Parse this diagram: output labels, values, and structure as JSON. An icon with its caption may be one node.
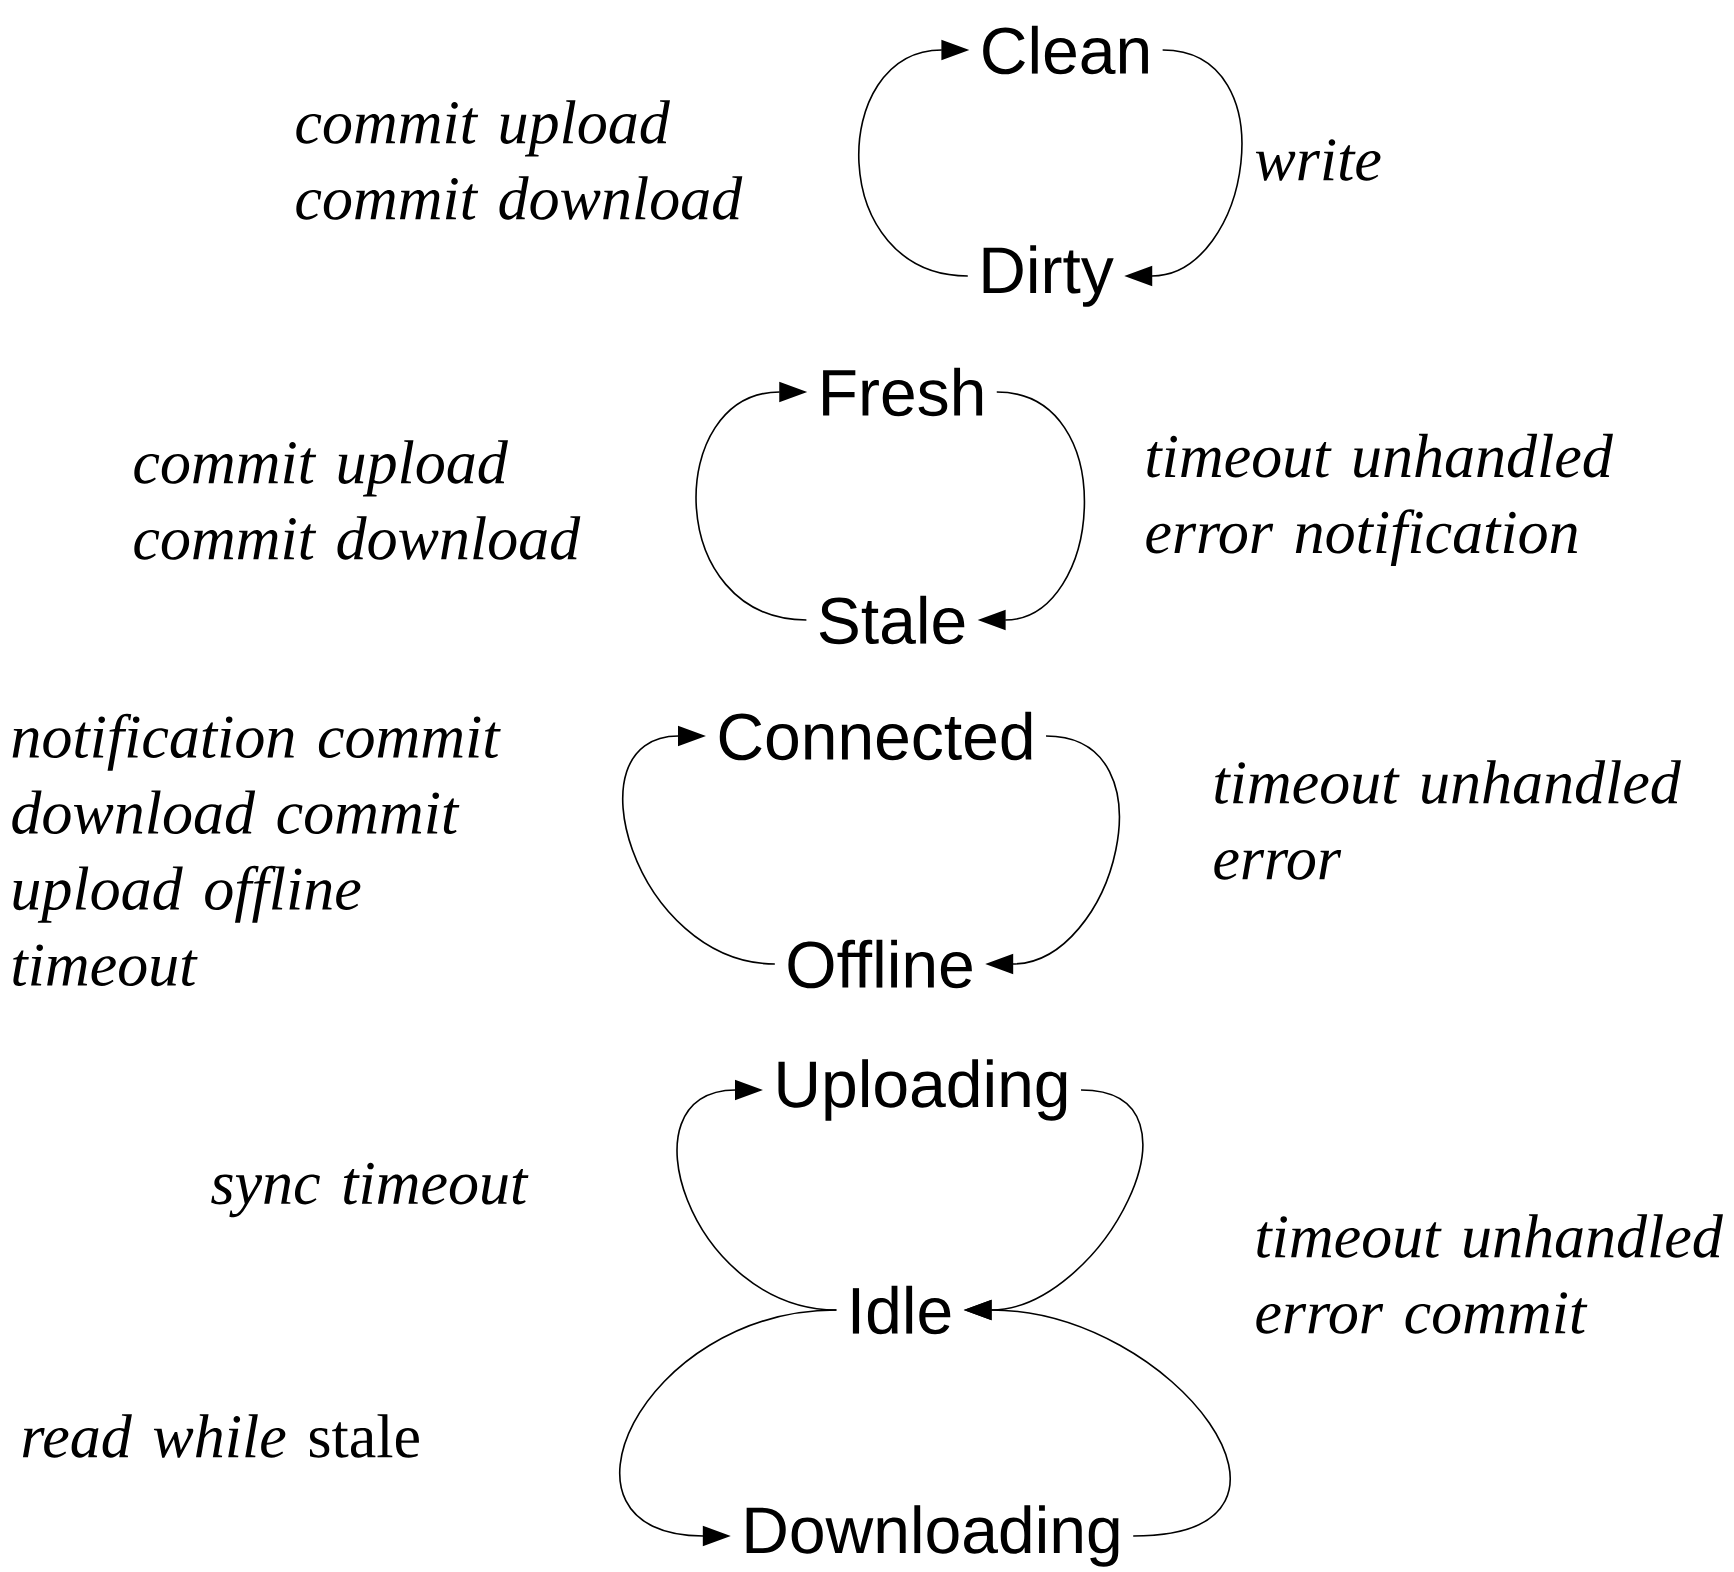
{
  "diagram": {
    "nodes": [
      {
        "text": [
          "Clean"
        ]
      },
      {
        "text": [
          "Dirty"
        ]
      },
      {
        "text": [
          "Fresh"
        ]
      },
      {
        "text": [
          "Stale"
        ]
      },
      {
        "text": [
          "Connected"
        ]
      },
      {
        "text": [
          "Offline"
        ]
      },
      {
        "text": [
          "Uploading"
        ]
      },
      {
        "text": [
          "Idle"
        ]
      },
      {
        "text": [
          "Downloading"
        ]
      }
    ],
    "edges": [
      {
        "from": 1,
        "to": 0,
        "arrow": "to",
        "label": "commit upload commit download"
      },
      {
        "from": 0,
        "to": 1,
        "arrow": "to",
        "label": "write"
      },
      {
        "from": 3,
        "to": 2,
        "arrow": "to",
        "label": "commit upload commit download"
      },
      {
        "from": 2,
        "to": 3,
        "arrow": "to",
        "label": "timeout unhandled error notification"
      },
      {
        "from": 5,
        "to": 4,
        "arrow": "to",
        "label": "notification commit download commit upload offline timeout"
      },
      {
        "from": 4,
        "to": 5,
        "arrow": "to",
        "label": "timeout unhandled error"
      },
      {
        "from": 7,
        "to": 6,
        "arrow": "to",
        "label": "sync timeout"
      },
      {
        "from": 6,
        "to": 7,
        "arrow": "to",
        "label": "timeout unhandled error commit"
      },
      {
        "from": 7,
        "to": 8,
        "arrow": "to",
        "label": "*read while* stale"
      },
      {
        "from": 8,
        "to": 7,
        "arrow": "to"
      }
    ]
  }
}
